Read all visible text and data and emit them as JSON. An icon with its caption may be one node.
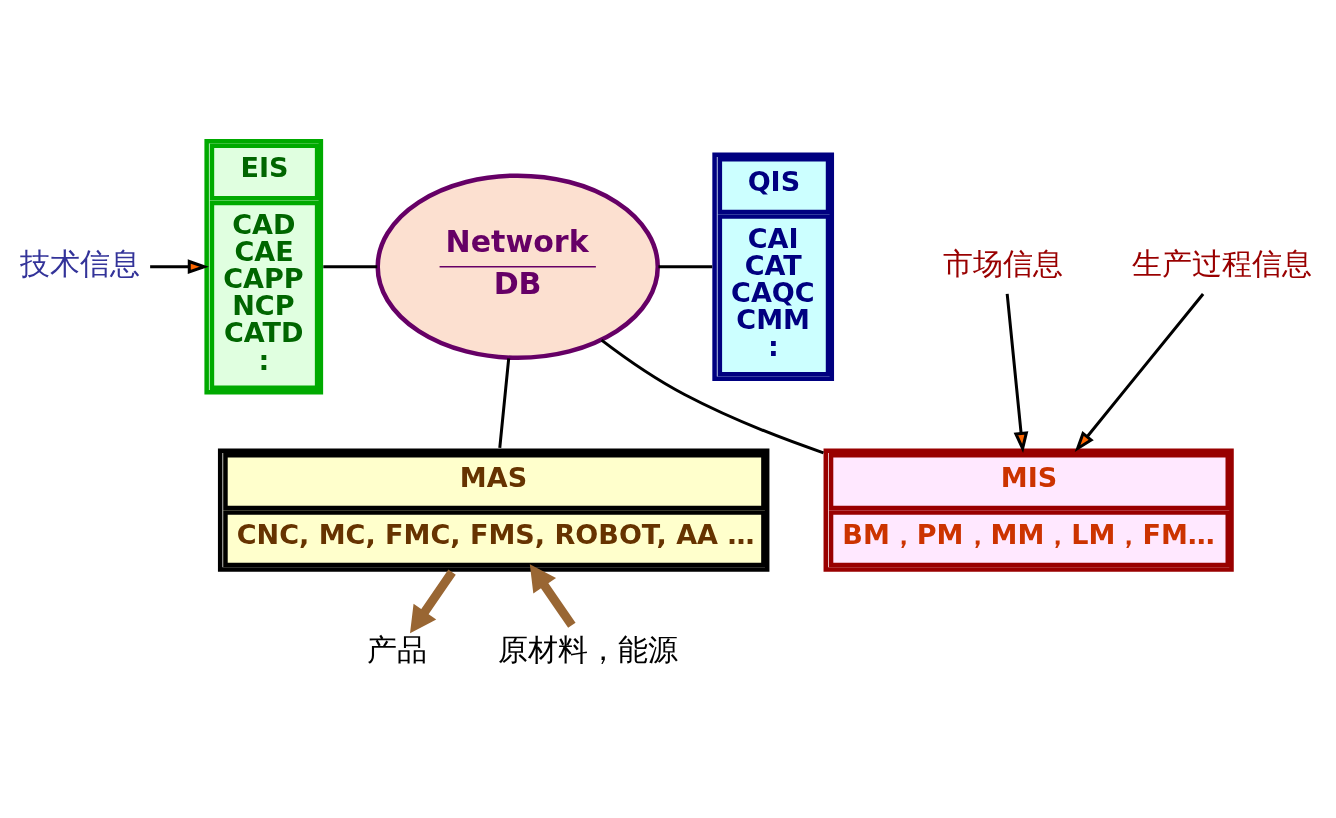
{
  "diagram": {
    "nodes": [
      {
        "text": [
          "MIS",
          "BM，PM，MM，LM，FM…"
        ]
      },
      {
        "text": [
          "EIS",
          "CAD CAE CAPP NCP CATD :"
        ]
      },
      {
        "text": [
          "Network",
          "DB"
        ]
      },
      {
        "text": [
          "QIS",
          "CAI CAT CAQC CMM :"
        ]
      },
      {
        "text": [
          "MAS",
          "CNC, MC, FMC, FMS, ROBOT, AA …"
        ]
      },
      {
        "text": [
          "市场信息"
        ]
      },
      {
        "text": [
          "生产过程信息"
        ]
      },
      {
        "text": [
          "技术信息"
        ]
      },
      {
        "text": [
          "原材料，能源"
        ]
      },
      {
        "text": [
          "产品"
        ]
      }
    ],
    "edges": [
      {
        "from": 5,
        "to": 0,
        "arrow": "to"
      },
      {
        "from": 6,
        "to": 0,
        "arrow": "to"
      },
      {
        "from": 7,
        "to": 1,
        "arrow": "to"
      },
      {
        "from": 2,
        "to": 0,
        "arrow": "none"
      },
      {
        "from": 1,
        "to": 2,
        "arrow": "none"
      },
      {
        "from": 2,
        "to": 3,
        "arrow": "none"
      },
      {
        "from": 2,
        "to": 4,
        "arrow": "none"
      },
      {
        "from": 8,
        "to": 4,
        "arrow": "to",
        "style": "thick",
        "color": "#996633"
      },
      {
        "from": 4,
        "to": 9,
        "arrow": "to",
        "style": "thick",
        "color": "#996633"
      }
    ]
  }
}
